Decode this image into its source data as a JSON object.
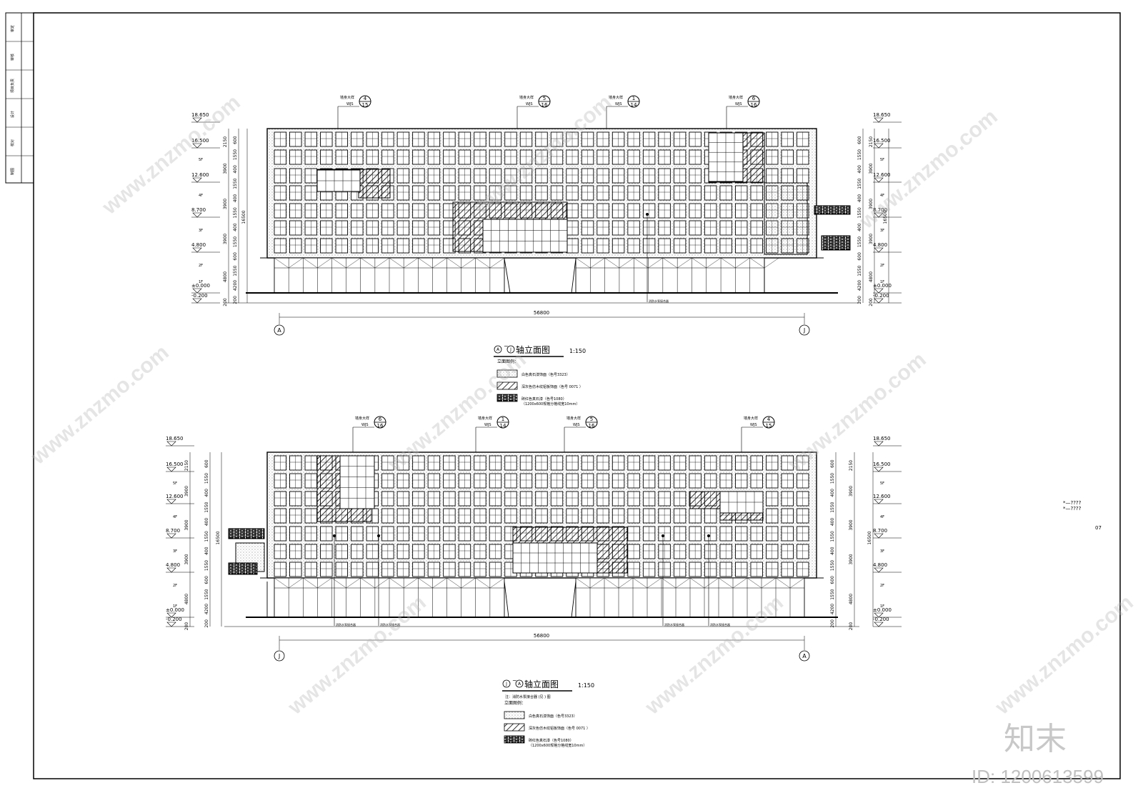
{
  "drawings": [
    {
      "title": "轴立面图",
      "scale": "1:150",
      "start_axis": "A",
      "end_axis": "J",
      "total_dim": "56800",
      "levels": [
        "18.650",
        "16.500",
        "12.600",
        "8.700",
        "4.800",
        "±0.000",
        "-0.200"
      ],
      "floor_labels": [
        "5F",
        "4F",
        "3F",
        "2F",
        "1F"
      ],
      "dims_a": [
        "2150",
        "3900",
        "3900",
        "3900",
        "4800",
        "200"
      ],
      "dims_b": [
        "600",
        "1550",
        "400",
        "1550",
        "400",
        "1550",
        "400",
        "1550",
        "600",
        "1550",
        "4200",
        "200"
      ],
      "overall_dim": "16500",
      "callouts": [
        {
          "label": "墙身大样",
          "ref": "WJS",
          "num": "4",
          "sheet": "15"
        },
        {
          "label": "墙身大样",
          "ref": "WJS",
          "num": "5",
          "sheet": "16"
        },
        {
          "label": "墙身大样",
          "ref": "WJS",
          "num": "1",
          "sheet": "14"
        },
        {
          "label": "墙身大样",
          "ref": "WJS",
          "num": "6",
          "sheet": "16"
        }
      ],
      "pipe_label": "消防水泵接合器"
    },
    {
      "title": "轴立面图",
      "scale": "1:150",
      "start_axis": "J",
      "end_axis": "A",
      "total_dim": "56800",
      "callouts": [
        {
          "label": "墙身大样",
          "ref": "WJS",
          "num": "6",
          "sheet": "16"
        },
        {
          "label": "墙身大样",
          "ref": "WJS",
          "num": "1",
          "sheet": "14"
        },
        {
          "label": "墙身大样",
          "ref": "WJS",
          "num": "5",
          "sheet": "16"
        },
        {
          "label": "墙身大样",
          "ref": "WJS",
          "num": "4",
          "sheet": "15"
        }
      ],
      "pipe_label": "消防水泵接合器",
      "note": "注：消防水泵接合器 (见 ) 图"
    }
  ],
  "legend": {
    "heading": "立面图例：",
    "items": [
      {
        "text": "白色真石漆饰面（色号3323）"
      },
      {
        "text": "深灰色仿木纹铝板饰面（色号 0071 ）"
      },
      {
        "text": "砖红色真石漆（色号1080）"
      },
      {
        "text": "（1200x600规格分格线宽10mm）"
      }
    ]
  },
  "side_note": "*—????",
  "sheet_number": "07",
  "title_block": [
    "审定",
    "审核",
    "项目负责",
    "设计",
    "校对",
    "制图"
  ],
  "watermark": "www.znzmo.com",
  "brand": "知末",
  "image_id": "ID: 1200613599"
}
